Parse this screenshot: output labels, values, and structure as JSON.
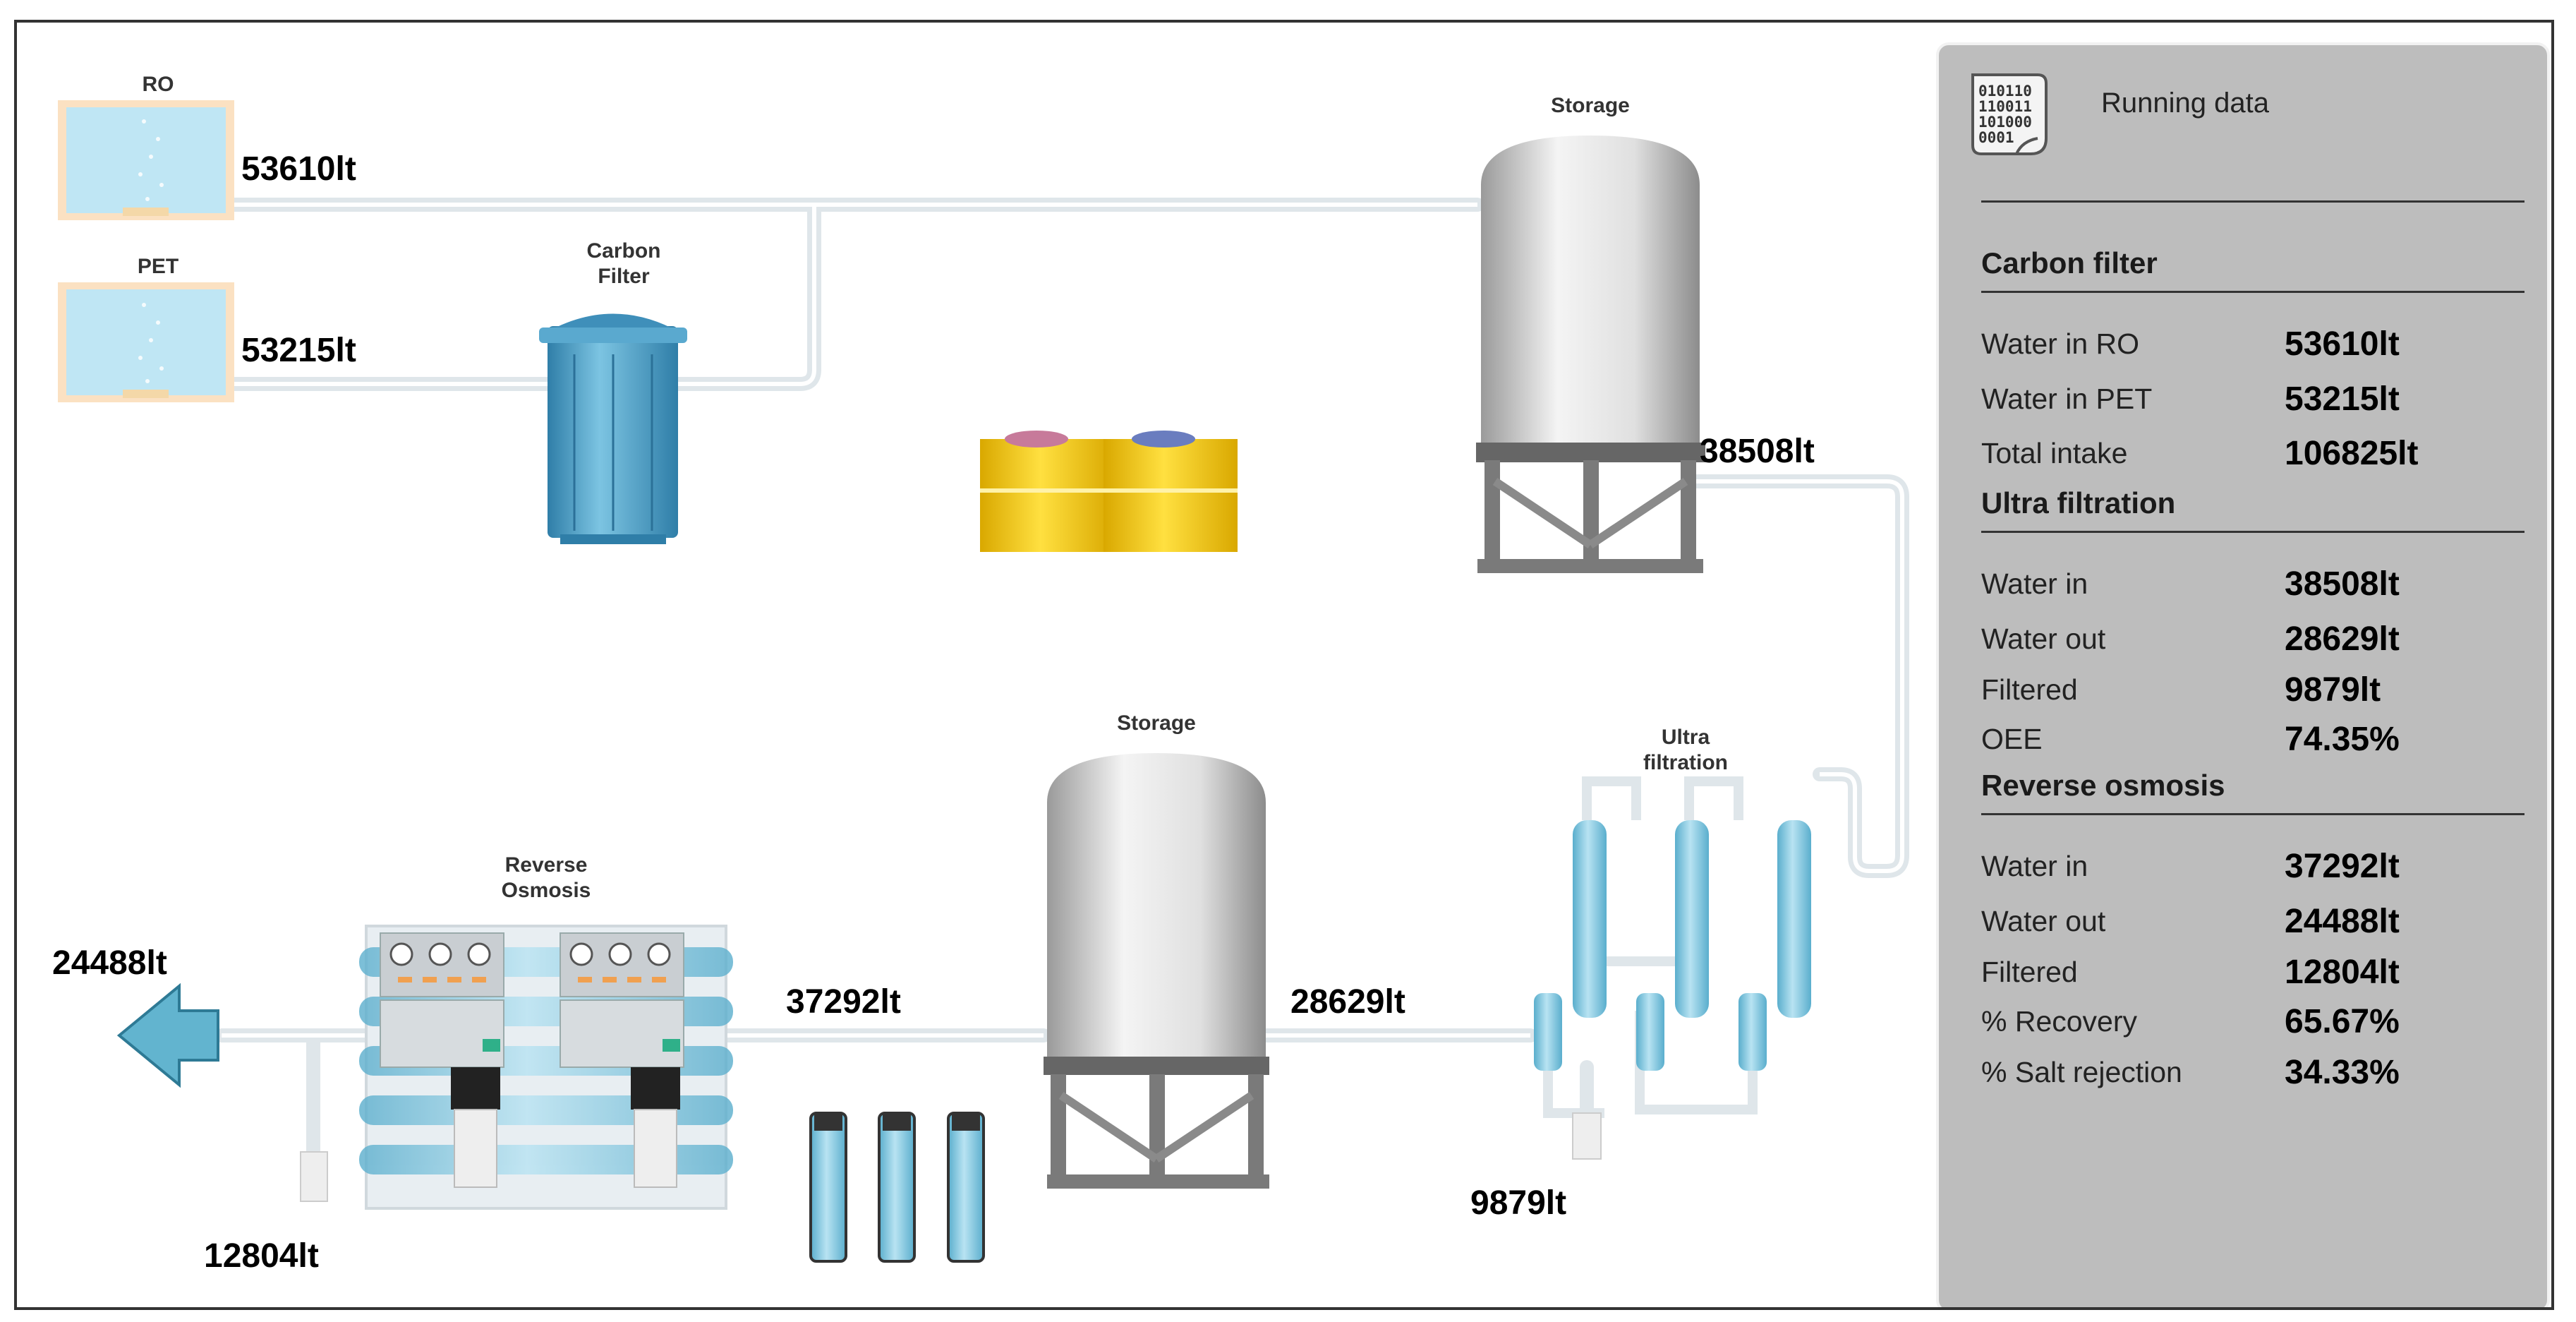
{
  "diagram": {
    "labels": {
      "ro_tank": "RO",
      "pet_tank": "PET",
      "carbon_filter": "Carbon\nFilter",
      "storage_top": "Storage",
      "storage_bottom": "Storage",
      "ultra_filtration": "Ultra\nfiltration",
      "reverse_osmosis": "Reverse\nOsmosis"
    },
    "values": {
      "ro_volume": "53610lt",
      "pet_volume": "53215lt",
      "storage_top_out": "38508lt",
      "ultra_out": "28629lt",
      "ultra_filtered": "9879lt",
      "ro_in": "37292lt",
      "ro_out": "24488lt",
      "ro_filtered": "12804lt"
    }
  },
  "panel": {
    "title": "Running data",
    "icon_text": [
      "010110",
      "110011",
      "101000",
      "0001"
    ],
    "sections": [
      {
        "heading": "Carbon filter",
        "rows": [
          {
            "label": "Water in RO",
            "value": "53610lt"
          },
          {
            "label": "Water in PET",
            "value": "53215lt"
          },
          {
            "label": "Total intake",
            "value": "106825lt"
          }
        ]
      },
      {
        "heading": "Ultra filtration",
        "rows": [
          {
            "label": "Water in",
            "value": "38508lt"
          },
          {
            "label": "Water out",
            "value": "28629lt"
          },
          {
            "label": "Filtered",
            "value": "9879lt"
          },
          {
            "label": "OEE",
            "value": "74.35%"
          }
        ]
      },
      {
        "heading": "Reverse osmosis",
        "rows": [
          {
            "label": "Water in",
            "value": "37292lt"
          },
          {
            "label": "Water out",
            "value": "24488lt"
          },
          {
            "label": "Filtered",
            "value": "12804lt"
          },
          {
            "label": "% Recovery",
            "value": "65.67%"
          },
          {
            "label": "% Salt rejection",
            "value": "34.33%"
          }
        ]
      }
    ]
  },
  "colors": {
    "pipe": "#e8edf0",
    "water": "#bfe6f4",
    "tank_silver": "#d9d9d9",
    "filter_blue": "#4aa0c8",
    "yellow_tank": "#f2c200",
    "panel_bg": "#bdbdbd",
    "arrow": "#62b4cf"
  }
}
